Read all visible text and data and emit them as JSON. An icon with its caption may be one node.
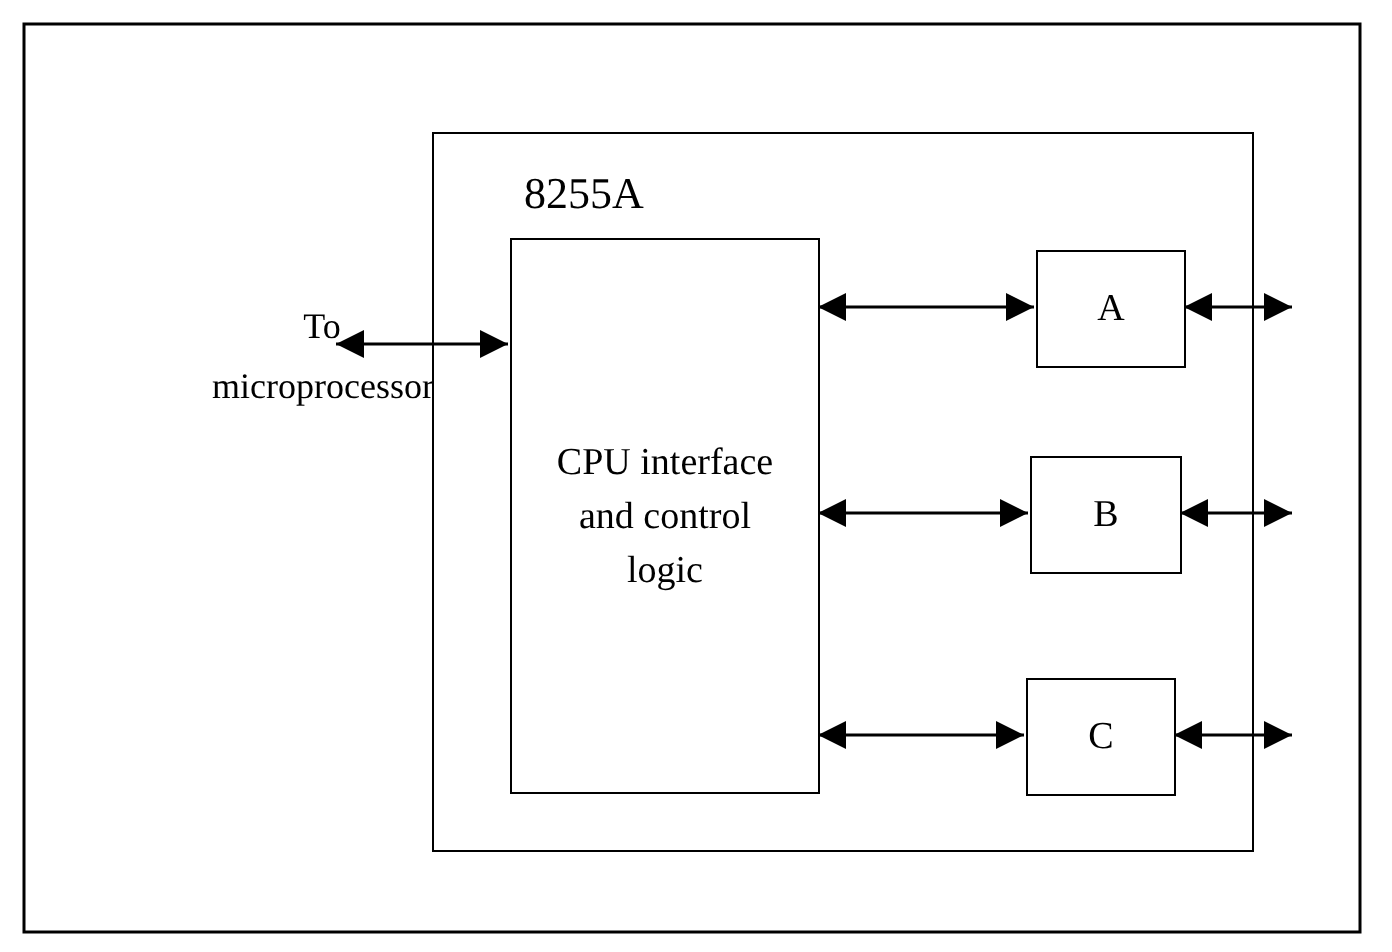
{
  "diagram": {
    "nodes": [
      {
        "text": [
          "8255A"
        ]
      },
      {
        "text": [
          "CPU interface and control logic"
        ],
        "in": 0
      },
      {
        "text": [
          "A"
        ],
        "in": 0
      },
      {
        "text": [
          "B"
        ],
        "in": 0
      },
      {
        "text": [
          "C"
        ],
        "in": 0
      },
      {
        "text": [
          "To microprocessor"
        ]
      }
    ],
    "edges": [
      {
        "from": 5,
        "to": 1,
        "arrow": "both"
      },
      {
        "from": 1,
        "to": 2,
        "arrow": "both"
      },
      {
        "from": 1,
        "to": 3,
        "arrow": "both"
      },
      {
        "from": 1,
        "to": 4,
        "arrow": "both"
      },
      {
        "from": 2,
        "to": null,
        "arrow": "both"
      },
      {
        "from": 3,
        "to": null,
        "arrow": "both"
      },
      {
        "from": 4,
        "to": null,
        "arrow": "both"
      }
    ]
  }
}
